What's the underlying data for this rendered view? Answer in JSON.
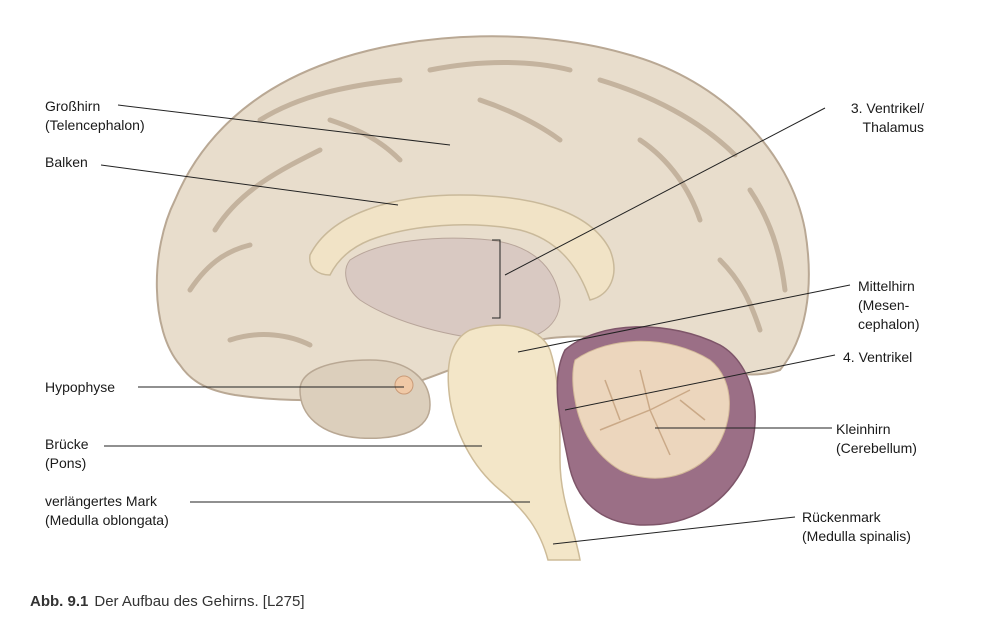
{
  "labels": {
    "grosshirn": [
      "Großhirn",
      "(Telencephalon)"
    ],
    "balken": [
      "Balken"
    ],
    "hypophyse": [
      "Hypophyse"
    ],
    "bruecke": [
      "Brücke",
      "(Pons)"
    ],
    "mark": [
      "verlängertes Mark",
      "(Medulla oblongata)"
    ],
    "ventrikel3": [
      "3. Ventrikel/",
      "Thalamus"
    ],
    "mittelhirn": [
      "Mittelhirn",
      "(Mesen-",
      "cephalon)"
    ],
    "ventrikel4": [
      "4. Ventrikel"
    ],
    "kleinhirn": [
      "Kleinhirn",
      "(Cerebellum)"
    ],
    "rueckenmark": [
      "Rückenmark",
      "(Medulla spinalis)"
    ]
  },
  "caption": {
    "figure": "Abb. 9.1",
    "text": "Der Aufbau des Gehirns. [L275]"
  },
  "colors": {
    "cortex": "#e8ddcc",
    "cortex_shade": "#cdbfab",
    "white_matter": "#f1e3c6",
    "brainstem": "#f3e6c8",
    "thalamus": "#d9c9c2",
    "cerebellum_outer": "#9b6f86",
    "cerebellum_tree": "#ecd6bd",
    "line": "#222222"
  }
}
